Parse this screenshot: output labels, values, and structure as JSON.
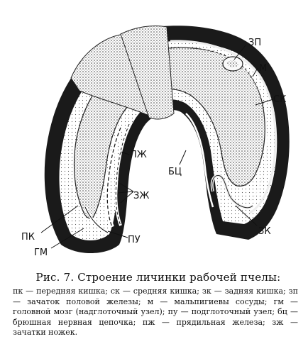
{
  "figure": {
    "labels": {
      "zp": "ЗП",
      "m": "М",
      "sk": "СК",
      "pzh": "ПЖ",
      "bc": "БЦ",
      "zhz": "ЗЖ",
      "zk": "ЗК",
      "pk": "ПК",
      "gm": "ГМ",
      "pu": "ПУ"
    }
  },
  "caption": {
    "title": "Рис. 7. Строение личинки рабочей пчелы:",
    "legend": "пк — передняя кишка; ск — средняя кишка; зк — задняя кишка; зп — зачаток половой железы; м — мальпигиевы сосуды; гм — головной мозг (надглоточный узел); пу — подглоточный узел; бц — брюшная нервная цепочка; пж — прядильная железа; зж — зачатки ножек."
  }
}
